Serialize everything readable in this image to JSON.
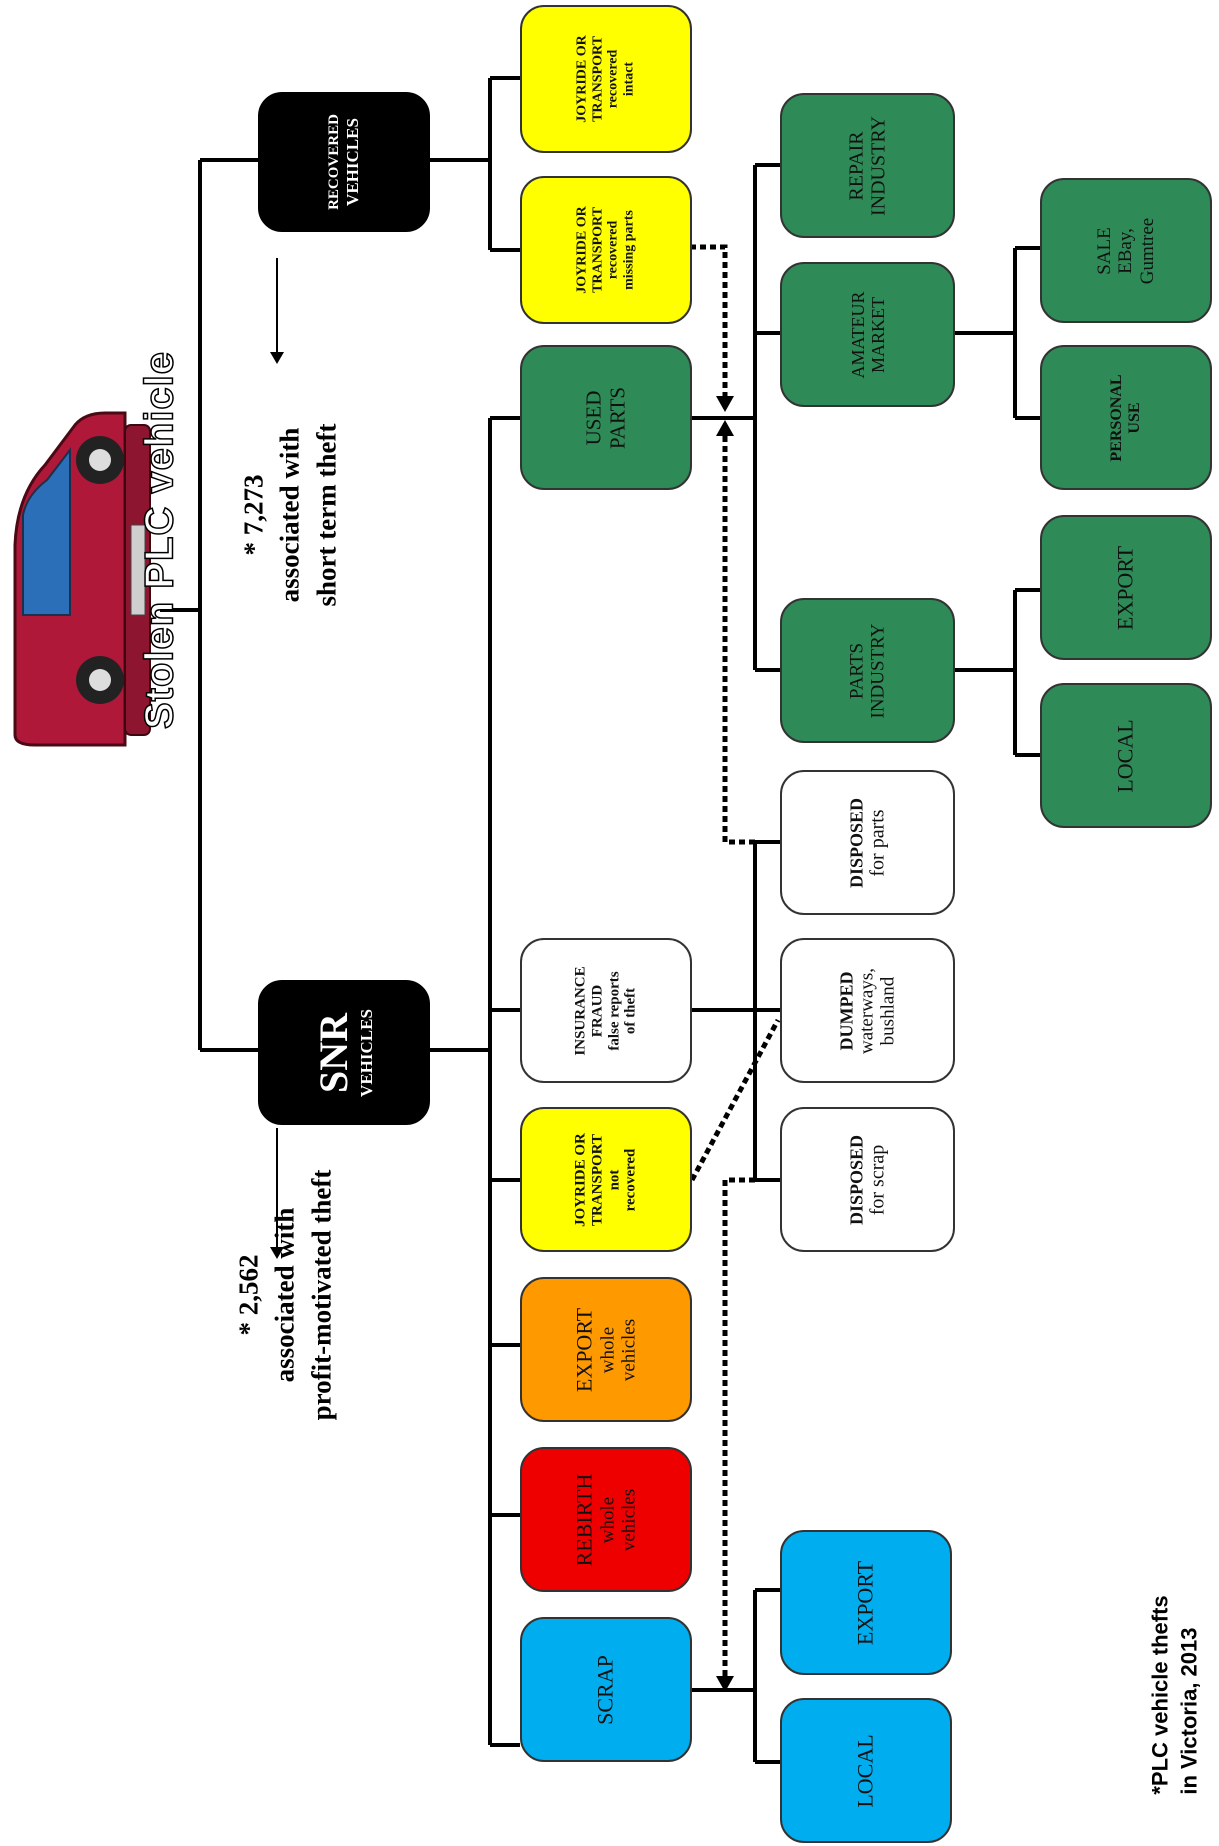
{
  "title": "Stolen PLC vehicle",
  "nodes": {
    "recovered": {
      "l1": "RECOVERED",
      "l2": "VEHICLES"
    },
    "snr": {
      "l1": "SNR",
      "l2": "VEHICLES"
    },
    "joy_intact": {
      "l1": "JOYRIDE OR",
      "l2": "TRANSPORT",
      "l3": "recovered",
      "l4": "intact"
    },
    "joy_missing": {
      "l1": "JOYRIDE OR",
      "l2": "TRANSPORT",
      "l3": "recovered",
      "l4": "missing parts"
    },
    "used_parts": {
      "l1": "USED",
      "l2": "PARTS"
    },
    "repair": {
      "l1": "REPAIR",
      "l2": "INDUSTRY"
    },
    "amateur": {
      "l1": "AMATEUR",
      "l2": "MARKET"
    },
    "sale": {
      "l1": "SALE",
      "l2": "EBay,",
      "l3": "Gumtree"
    },
    "personal": {
      "l1": "PERSONAL",
      "l2": "USE"
    },
    "parts_industry": {
      "l1": "PARTS",
      "l2": "INDUSTRY"
    },
    "parts_export": {
      "l1": "EXPORT"
    },
    "parts_local": {
      "l1": "LOCAL"
    },
    "disposed_parts": {
      "l1": "DISPOSED",
      "l2": "for parts"
    },
    "dumped": {
      "l1": "DUMPED",
      "l2": "waterways,",
      "l3": "bushland"
    },
    "disposed_scrap": {
      "l1": "DISPOSED",
      "l2": "for scrap"
    },
    "insurance": {
      "l1": "INSURANCE",
      "l2": "FRAUD",
      "l3": "false reports",
      "l4": "of theft"
    },
    "joy_not": {
      "l1": "JOYRIDE OR",
      "l2": "TRANSPORT",
      "l3": "not",
      "l4": "recovered"
    },
    "export_whole": {
      "l1": "EXPORT",
      "l2": "whole",
      "l3": "vehicles"
    },
    "rebirth": {
      "l1": "REBIRTH",
      "l2": "whole",
      "l3": "vehicles"
    },
    "scrap": {
      "l1": "SCRAP"
    },
    "scrap_export": {
      "l1": "EXPORT"
    },
    "scrap_local": {
      "l1": "LOCAL"
    }
  },
  "annotations": {
    "short_term": {
      "l1": "* 7,273",
      "l2": "associated with",
      "l3": "short term theft"
    },
    "profit": {
      "l1": "* 2,562",
      "l2": "associated with",
      "l3": "profit-motivated theft"
    },
    "footnote": {
      "l1": "*PLC vehicle thefts",
      "l2": "in Victoria, 2013"
    }
  },
  "colors": {
    "black": "#000000",
    "yellow": "#ffff00",
    "green": "#2e8b57",
    "white": "#ffffff",
    "orange": "#ff9900",
    "red": "#ee0000",
    "blue": "#00aeef",
    "car": "#b0183a"
  }
}
